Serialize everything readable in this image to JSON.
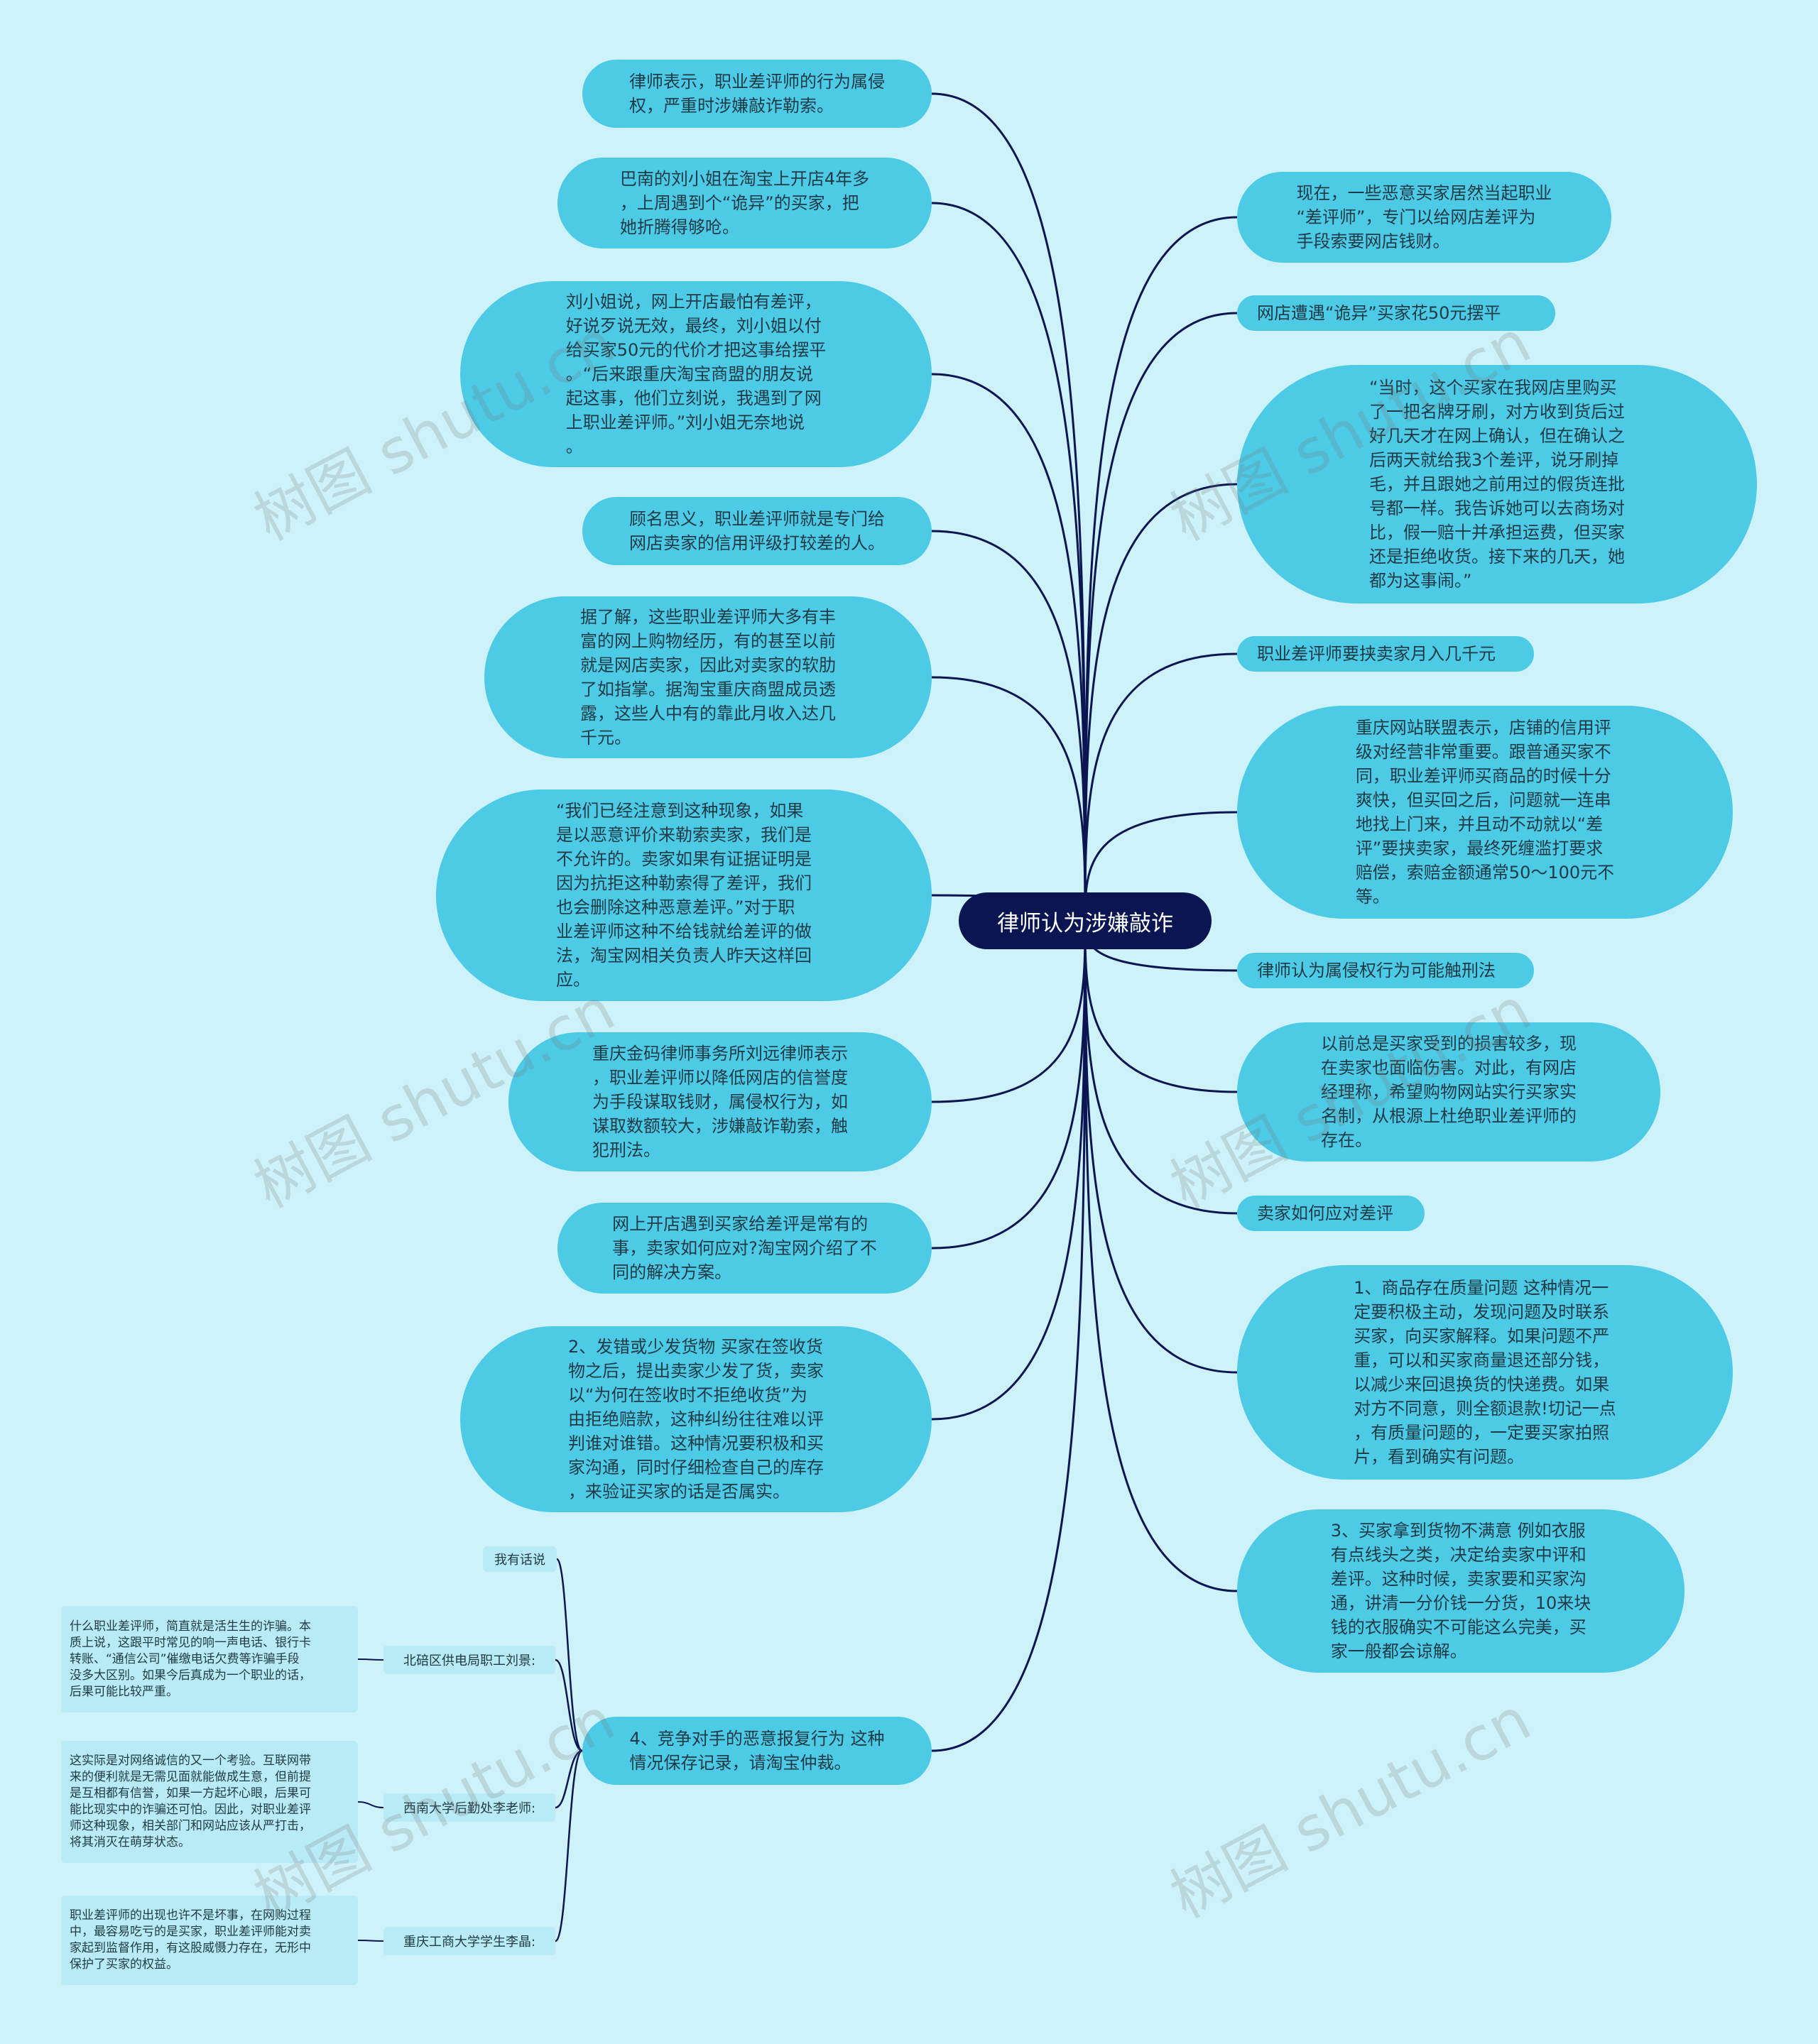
{
  "root": "律师认为涉嫌敲诈",
  "left": [
    "律师表示，职业差评师的行为属侵\n权，严重时涉嫌敲诈勒索。",
    "巴南的刘小姐在淘宝上开店4年多\n，上周遇到个“诡异”的买家，把\n她折腾得够呛。",
    "刘小姐说，网上开店最怕有差评，\n好说歹说无效，最终，刘小姐以付\n给买家50元的代价才把这事给摆平\n。“后来跟重庆淘宝商盟的朋友说\n起这事，他们立刻说，我遇到了网\n上职业差评师。”刘小姐无奈地说\n。",
    "顾名思义，职业差评师就是专门给\n网店卖家的信用评级打较差的人。",
    "据了解，这些职业差评师大多有丰\n富的网上购物经历，有的甚至以前\n就是网店卖家，因此对卖家的软肋\n了如指掌。据淘宝重庆商盟成员透\n露，这些人中有的靠此月收入达几\n千元。",
    "“我们已经注意到这种现象，如果\n是以恶意评价来勒索卖家，我们是\n不允许的。卖家如果有证据证明是\n因为抗拒这种勒索得了差评，我们\n也会删除这种恶意差评。”对于职\n业差评师这种不给钱就给差评的做\n法，淘宝网相关负责人昨天这样回\n应。",
    "重庆金码律师事务所刘远律师表示\n，职业差评师以降低网店的信誉度\n为手段谋取钱财，属侵权行为，如\n谋取数额较大，涉嫌敲诈勒索，触\n犯刑法。",
    "网上开店遇到买家给差评是常有的\n事，卖家如何应对?淘宝网介绍了不\n同的解决方案。",
    "2、发错或少发货物 买家在签收货\n物之后，提出卖家少发了货，卖家\n以“为何在签收时不拒绝收货”为\n由拒绝赔款，这种纠纷往往难以评\n判谁对谁错。这种情况要积极和买\n家沟通，同时仔细检查自己的库存\n，来验证买家的话是否属实。",
    "4、竞争对手的恶意报复行为 这种\n情况保存记录，请淘宝仲裁。"
  ],
  "right": [
    "现在，一些恶意买家居然当起职业\n“差评师”，专门以给网店差评为\n手段索要网店钱财。",
    "网店遭遇“诡异”买家花50元摆平",
    "“当时，这个买家在我网店里购买\n了一把名牌牙刷，对方收到货后过\n好几天才在网上确认，但在确认之\n后两天就给我3个差评，说牙刷掉\n毛，并且跟她之前用过的假货连批\n号都一样。我告诉她可以去商场对\n比，假一赔十并承担运费，但买家\n还是拒绝收货。接下来的几天，她\n都为这事闹。”",
    "职业差评师要挟卖家月入几千元",
    "重庆网站联盟表示，店铺的信用评\n级对经营非常重要。跟普通买家不\n同，职业差评师买商品的时候十分\n爽快，但买回之后，问题就一连串\n地找上门来，并且动不动就以“差\n评”要挟卖家，最终死缠滥打要求\n赔偿，索赔金额通常50～100元不\n等。",
    "律师认为属侵权行为可能触刑法",
    "以前总是买家受到的损害较多，现\n在卖家也面临伤害。对此，有网店\n经理称，希望购物网站实行买家实\n名制，从根源上杜绝职业差评师的\n存在。",
    "卖家如何应对差评",
    "1、商品存在质量问题 这种情况一\n定要积极主动，发现问题及时联系\n买家，向买家解释。如果问题不严\n重，可以和买家商量退还部分钱，\n以减少来回退换货的快递费。如果\n对方不同意，则全额退款!切记一点\n，有质量问题的，一定要买家拍照\n片，看到确实有问题。",
    "3、买家拿到货物不满意 例如衣服\n有点线头之类，决定给卖家中评和\n差评。这种时候，卖家要和买家沟\n通，讲清一分价钱一分货，10来块\n钱的衣服确实不可能这么完美，买\n家一般都会谅解。"
  ],
  "sub": {
    "header": "我有话说",
    "labels": [
      "北碚区供电局职工刘景:",
      "西南大学后勤处李老师:",
      "重庆工商大学学生李晶:"
    ],
    "quotes": [
      "什么职业差评师，简直就是活生生的诈骗。本\n质上说，这跟平时常见的响一声电话、银行卡\n转账、“通信公司”催缴电话欠费等诈骗手段\n没多大区别。如果今后真成为一个职业的话，\n后果可能比较严重。",
      "这实际是对网络诚信的又一个考验。互联网带\n来的便利就是无需见面就能做成生意，但前提\n是互相都有信誉，如果一方起坏心眼，后果可\n能比现实中的诈骗还可怕。因此，对职业差评\n师这种现象，相关部门和网站应该从严打击，\n将其消灭在萌芽状态。",
      "职业差评师的出现也许不是坏事，在网购过程\n中，最容易吃亏的是买家，职业差评师能对卖\n家起到监督作用，有这股威慑力存在，无形中\n保护了买家的权益。"
    ]
  },
  "watermark": "树图 shutu.cn",
  "colors": {
    "background": "#cdf2f9",
    "node": "#4dcae6",
    "root": "#0b1552",
    "line": "#0b1552",
    "leaf": "#b9ebf6"
  }
}
